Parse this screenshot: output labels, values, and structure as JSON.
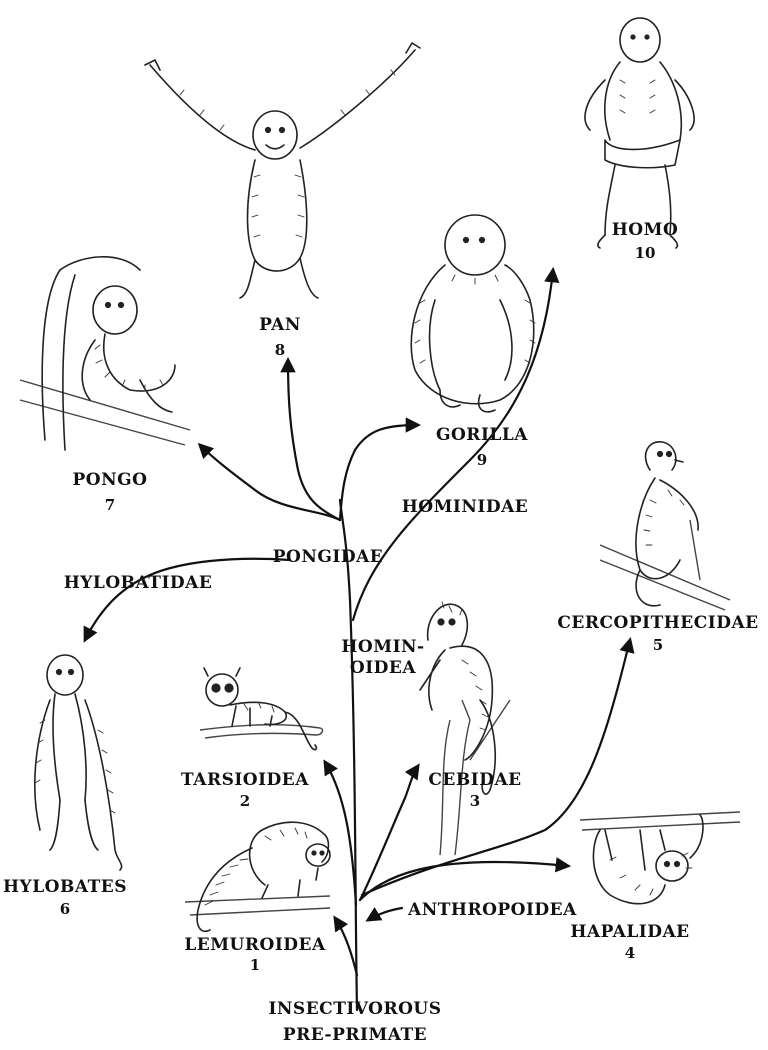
{
  "nodes": [
    {
      "label": "INSECTIVOROUS",
      "number": ""
    },
    {
      "label": "PRE-PRIMATE",
      "number": ""
    },
    {
      "label": "LEMUROIDEA",
      "number": "1"
    },
    {
      "label": "TARSIOIDEA",
      "number": "2"
    },
    {
      "label": "CEBIDAE",
      "number": "3"
    },
    {
      "label": "HAPALIDAE",
      "number": "4"
    },
    {
      "label": "CERCOPITHECIDAE",
      "number": "5"
    },
    {
      "label": "HYLOBATES",
      "number": "6"
    },
    {
      "label": "PONGO",
      "number": "7"
    },
    {
      "label": "PAN",
      "number": "8"
    },
    {
      "label": "GORILLA",
      "number": "9"
    },
    {
      "label": "HOMO",
      "number": "10"
    }
  ],
  "groups": {
    "anthropoidea": "ANTHROPOIDEA",
    "hominoidea_line1": "HOMIN-",
    "hominoidea_line2": "OIDEA",
    "pongidae": "PONGIDAE",
    "hylobatidae": "HYLOBATIDAE",
    "hominidae": "HOMINIDAE"
  },
  "colors": {
    "ink": "#111111",
    "background": "#ffffff"
  },
  "icons": [
    "lemur-drawing",
    "tarsier-drawing",
    "capuchin-drawing",
    "marmoset-drawing",
    "macaque-drawing",
    "gibbon-drawing",
    "orangutan-drawing",
    "chimpanzee-drawing",
    "gorilla-drawing",
    "early-human-drawing"
  ]
}
